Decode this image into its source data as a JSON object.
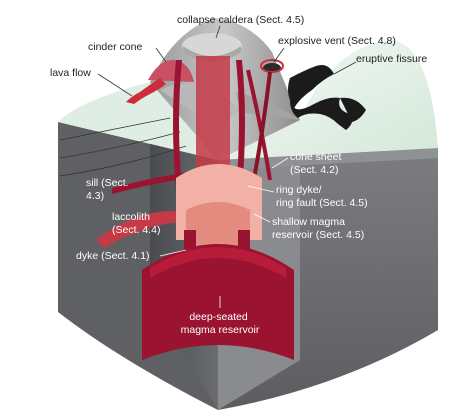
{
  "labels": {
    "collapse_caldera": "collapse caldera (Sect. 4.5)",
    "cinder_cone": "cinder cone",
    "explosive_vent": "explosive vent (Sect. 4.8)",
    "lava_flow": "lava flow",
    "eruptive_fissure": "eruptive fissure",
    "cone_sheet": [
      "cone sheet",
      "(Sect. 4.2)"
    ],
    "sill": [
      "sill (Sect.",
      "4.3)"
    ],
    "ring_dyke": [
      "ring dyke/",
      "ring fault (Sect. 4.5)"
    ],
    "laccolith": [
      "laccolith",
      "(Sect. 4.4)"
    ],
    "shallow_reservoir": [
      "shallow magma",
      "reservoir (Sect. 4.5)"
    ],
    "dyke": "dyke (Sect. 4.1)",
    "deep_reservoir": [
      "deep-seated",
      "magma reservoir"
    ]
  },
  "colors": {
    "magma_deep": "#9a1330",
    "magma_shallow": "#f2b1a6",
    "rock_front": "#6f7073",
    "rock_side": "#4e4f53",
    "surface": "#dfeee4",
    "eruptive_fissure": "#1b1b1b",
    "lava_flow": "#cc2c3c"
  }
}
